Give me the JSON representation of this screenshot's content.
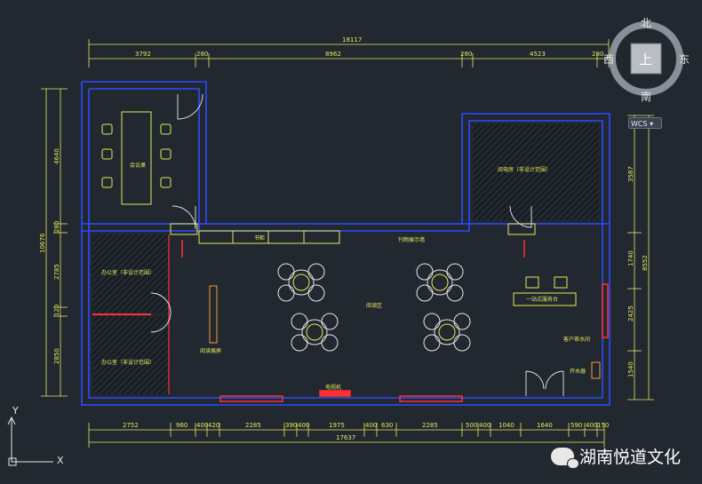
{
  "viewcube": {
    "north": "北",
    "south": "南",
    "east": "东",
    "west": "西",
    "face": "上",
    "coord_system": "WCS"
  },
  "dims_top": {
    "overall": "18117",
    "segments": [
      "3792",
      "280",
      "8962",
      "280",
      "4523",
      "280"
    ]
  },
  "dims_left": {
    "overall": "10676",
    "segments": [
      "4640",
      "280",
      "2785",
      "120",
      "2850"
    ]
  },
  "dims_right": {
    "overall": "8552",
    "segments": [
      "3587",
      "1740",
      "2425",
      "1540"
    ]
  },
  "dims_bottom": {
    "overall": "17637",
    "segments": [
      "2752",
      "960",
      "400",
      "420",
      "2285",
      "390",
      "400",
      "1975",
      "400",
      "630",
      "2285",
      "500",
      "400",
      "1040",
      "1640",
      "590",
      "400",
      "150"
    ]
  },
  "rooms": {
    "meeting_room": "会议桌",
    "reading_room": "阅电房（非设计范围）",
    "office_1": "办公室（非设计范围）",
    "office_2": "办公室（非设计范围）",
    "book_shelf": "书柜",
    "display_area": "刊物展示墙",
    "reading_area": "阅读区",
    "info_panel": "阅读展屏",
    "service_desk": "一站式服务台",
    "tv_area": "电视机",
    "pantry": "客户茶水间",
    "water_dispenser": "开水器"
  },
  "ucs": {
    "y_label": "Y",
    "x_label": "X"
  },
  "watermark": {
    "text": "湖南悦道文化"
  }
}
